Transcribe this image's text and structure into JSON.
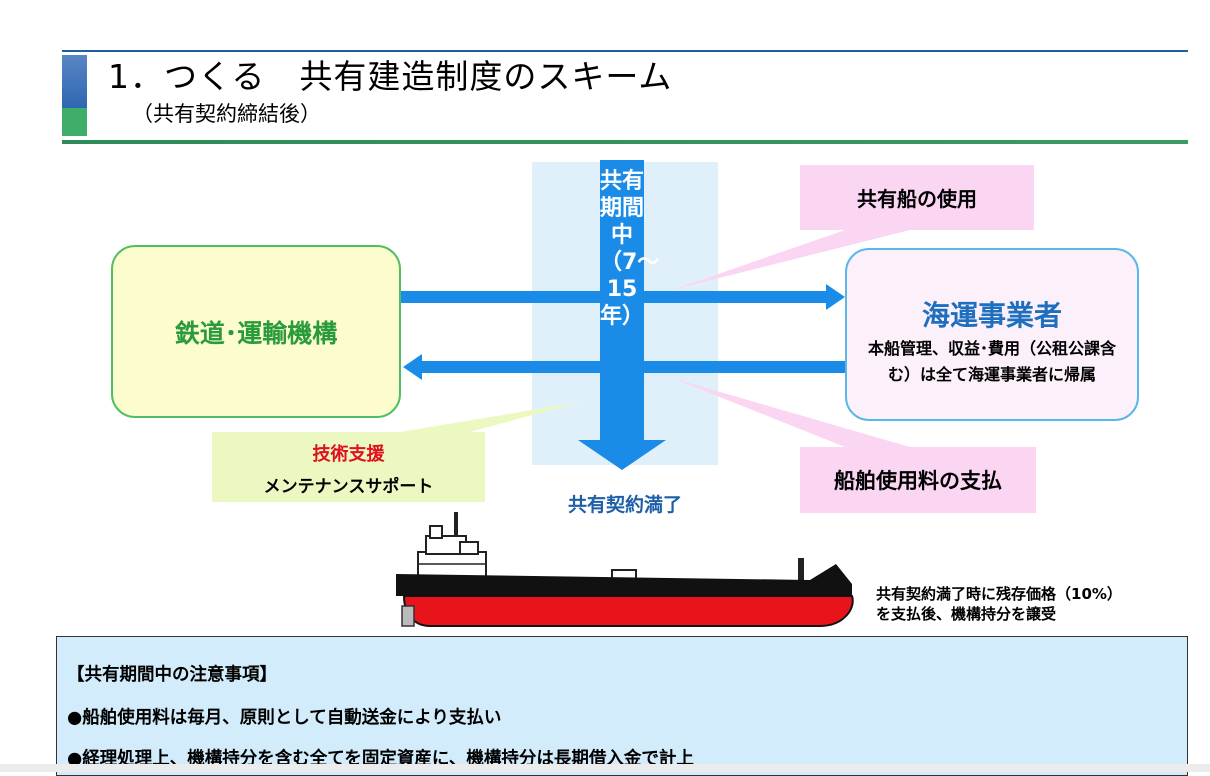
{
  "header": {
    "title": "1．つくる　共有建造制度のスキーム",
    "subtitle": "（共有契約締結後）"
  },
  "diagram": {
    "period_label": "共有期間中（7〜15年）",
    "completion_label": "共有契約満了",
    "railway": {
      "label": "鉄道･運輸機構"
    },
    "operator": {
      "title": "海運事業者",
      "note": "本船管理、収益･費用（公租公課含む）は全て海運事業者に帰属"
    },
    "callouts": {
      "use": "共有船の使用",
      "fee": "船舶使用料の支払",
      "tech_title": "技術支援",
      "tech_sub": "メンテナンスサポート"
    },
    "ship_note_line1": "共有契約満了時に残存価格（10%）",
    "ship_note_line2": "を支払後、機構持分を譲受"
  },
  "notes": {
    "heading": "【共有期間中の注意事項】",
    "items": [
      "●船舶使用料は毎月、原則として自動送金により支払い",
      "●経理処理上、機構持分を含む全てを固定資産に、機構持分は長期借入金で計上"
    ]
  },
  "colors": {
    "arrow_blue": "#1a8ce8",
    "railway_green": "#2a9b3a",
    "operator_blue": "#1f6fbf",
    "tech_red": "#e0101c",
    "hull_red": "#e8131b"
  }
}
